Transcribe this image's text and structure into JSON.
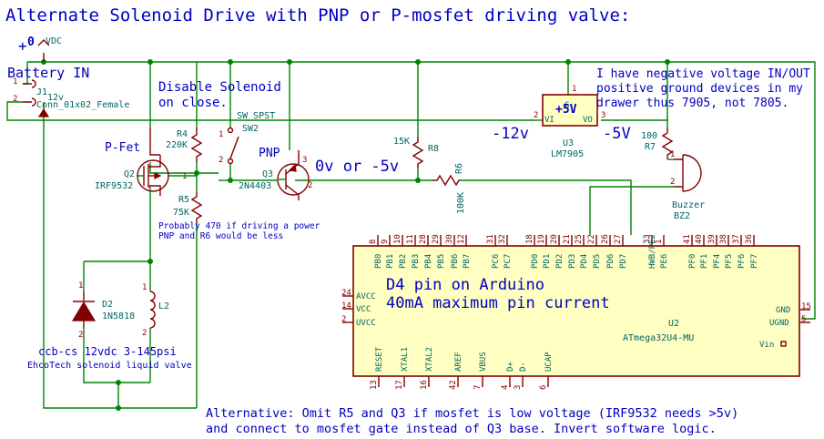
{
  "title": "Alternate Solenoid Drive with PNP or P-mosfet driving valve:",
  "notes": {
    "battery_in": "Battery IN",
    "disable_solenoid": "Disable Solenoid",
    "on_close": "on close.",
    "pfet": "P-Fet",
    "pnp": "PNP",
    "zero_minus5": "0v or -5v",
    "minus12": "-12v",
    "minus5": "-5V",
    "neg_voltage_1": "I have negative voltage IN/OUT",
    "neg_voltage_2": "positive ground devices in my",
    "neg_voltage_3": "drawer thus 7905, not 7805.",
    "probably_1": "Probably 470 if driving a power",
    "probably_2": "PNP and R6 would be less",
    "d4_pin": "D4 pin on Arduino",
    "pin_current": "40mA maximum pin current",
    "valve_1": "ccb-cs 12vdc 3-145psi",
    "valve_2": "EhcoTech solenoid liquid valve",
    "alt_1": "Alternative: Omit R5 and Q3 if mosfet is low voltage (IRF9532 needs >5v)",
    "alt_2": "and connect to mosfet gate instead of Q3 base. Invert software logic."
  },
  "refs": {
    "vdc_plus": "+",
    "vdc_zero": "0",
    "vdc": "VDC",
    "j1": "J1",
    "j1_val": "Conn_01x02_Female",
    "j1_12v": "12v",
    "r4": "R4",
    "r4_val": "220K",
    "r5": "R5",
    "r5_val": "75K",
    "q2": "Q2",
    "q2_val": "IRF9532",
    "sw2_val": "SW_SPST",
    "sw2": "SW2",
    "q3": "Q3",
    "q3_val": "2N4403",
    "r8_val": "15K",
    "r8": "R8",
    "r6": "R6",
    "r6_val": "100K",
    "u3": "U3",
    "u3_val": "LM7905",
    "u3_vi": "VI",
    "u3_vo": "VO",
    "u3_gnd": "G",
    "r7_val": "100",
    "r7": "R7",
    "bz2_val": "Buzzer",
    "bz2": "BZ2",
    "d2": "D2",
    "d2_val": "1N5818",
    "l2": "L2",
    "u2": "U2",
    "u2_val": "ATmega32U4-MU"
  },
  "top_pins": [
    {
      "name": "PB0",
      "num": "8"
    },
    {
      "name": "PB1",
      "num": "9"
    },
    {
      "name": "PB2",
      "num": "10"
    },
    {
      "name": "PB3",
      "num": "11"
    },
    {
      "name": "PB4",
      "num": "28"
    },
    {
      "name": "PB5",
      "num": "29"
    },
    {
      "name": "PB6",
      "num": "30"
    },
    {
      "name": "PB7",
      "num": "12"
    },
    {
      "name": "PC6",
      "num": "31"
    },
    {
      "name": "PC7",
      "num": "32"
    },
    {
      "name": "PD0",
      "num": "18"
    },
    {
      "name": "PD1",
      "num": "19"
    },
    {
      "name": "PD2",
      "num": "20"
    },
    {
      "name": "PD3",
      "num": "21"
    },
    {
      "name": "PD4",
      "num": "25"
    },
    {
      "name": "PD5",
      "num": "22"
    },
    {
      "name": "PD6",
      "num": "26"
    },
    {
      "name": "PD7",
      "num": "27"
    },
    {
      "name": "HWB/PE2",
      "num": "33"
    },
    {
      "name": "PE6",
      "num": "1"
    },
    {
      "name": "PF0",
      "num": "41"
    },
    {
      "name": "PF1",
      "num": "40"
    },
    {
      "name": "PF4",
      "num": "39"
    },
    {
      "name": "PF5",
      "num": "38"
    },
    {
      "name": "PF6",
      "num": "37"
    },
    {
      "name": "PF7",
      "num": "36"
    }
  ],
  "bottom_pins": [
    {
      "name": "RESET",
      "num": "13"
    },
    {
      "name": "XTAL1",
      "num": "17"
    },
    {
      "name": "XTAL2",
      "num": "16"
    },
    {
      "name": "AREF",
      "num": "42"
    },
    {
      "name": "VBUS",
      "num": "7"
    },
    {
      "name": "D+",
      "num": "4"
    },
    {
      "name": "D-",
      "num": "3"
    },
    {
      "name": "UCAP",
      "num": "6"
    }
  ],
  "left_pins": [
    {
      "name": "AVCC",
      "num": "24"
    },
    {
      "name": "VCC",
      "num": "14"
    },
    {
      "name": "UVCC",
      "num": "2"
    }
  ],
  "right_pins": [
    {
      "name": "GND",
      "num": "15"
    },
    {
      "name": "UGND",
      "num": "5"
    },
    {
      "name": "Vin",
      "num": ""
    }
  ]
}
